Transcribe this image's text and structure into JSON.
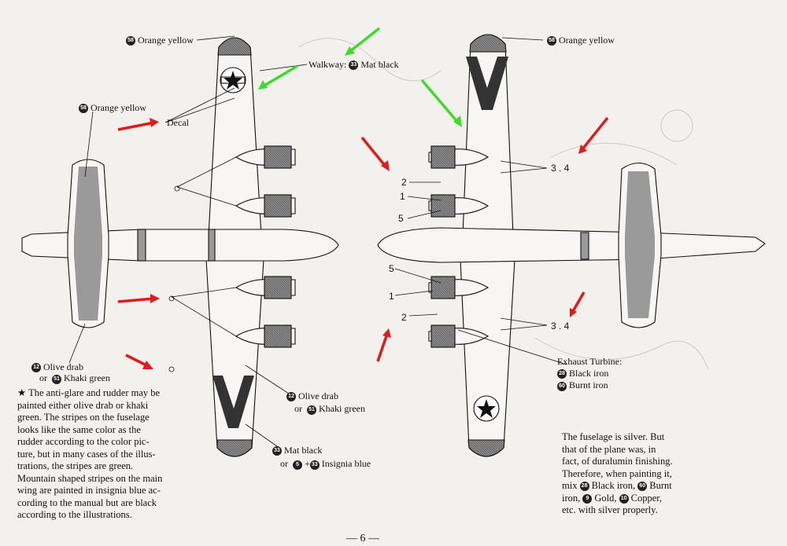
{
  "labels": {
    "orange_yellow_1": {
      "num": "58",
      "text": "Orange yellow"
    },
    "orange_yellow_2": {
      "num": "58",
      "text": "Orange yellow"
    },
    "orange_yellow_3": {
      "num": "58",
      "text": "Orange yellow"
    },
    "walkway": {
      "prefix": "Walkway:",
      "num": "33",
      "text": "Mat black"
    },
    "decal": "Decal",
    "olive_drab_left": {
      "num": "12",
      "text": "Olive drab",
      "or": "or",
      "num2": "51",
      "text2": "Khaki green"
    },
    "olive_drab_center": {
      "num": "12",
      "text": "Olive drab",
      "or": "or",
      "num2": "51",
      "text2": "Khaki green"
    },
    "mat_black": {
      "num": "33",
      "text": "Mat black",
      "or": "or",
      "num2": "5",
      "plus": "+",
      "num3": "33",
      "text2": "Insignia blue"
    },
    "exhaust": {
      "title": "Exhaust Turbine:",
      "num1": "28",
      "text1": "Black iron",
      "num2": "60",
      "text2": "Burnt iron"
    }
  },
  "refs": {
    "two": "2",
    "one": "1",
    "five": "5",
    "three_four": "3 . 4"
  },
  "left_note": {
    "star": "★",
    "lines": [
      "The anti-glare and rudder may be",
      "painted either olive drab or khaki",
      "green.  The stripes on the fuselage",
      "looks like the same color as the",
      "rudder according to the color pic-",
      "ture, but in many cases of the illus-",
      "trations,  the stripes are green.",
      "Mountain shaped stripes on the main",
      "wing are painted in insignia blue ac-",
      "cording to the manual but are black",
      "according to the illustrations."
    ]
  },
  "right_note": {
    "lines": [
      "The fuselage is silver.  But",
      "that of the plane was,  in",
      "fact, of duralumin finishing.",
      "Therefore, when painting it,"
    ],
    "mix": "mix",
    "n28": "28",
    "black_iron": "Black iron,",
    "n60": "60",
    "burnt": "Burnt",
    "iron": "iron,",
    "n9": "9",
    "gold": "Gold,",
    "n10": "10",
    "copper": "Copper,",
    "last": "etc. with silver properly."
  },
  "page_number": "— 6 —",
  "colors": {
    "arrow_red": "#e11b1b",
    "arrow_green": "#3ddc2a",
    "ink": "#111111",
    "paper": "#f3f1ee"
  }
}
